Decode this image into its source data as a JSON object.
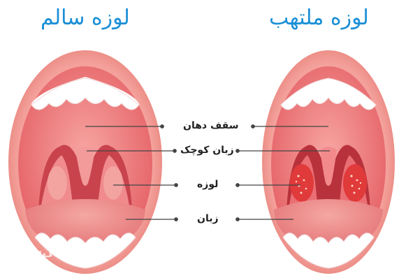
{
  "titles": {
    "healthy": "لوزه سالم",
    "inflamed": "لوزه ملتهب"
  },
  "labels": {
    "palate": "سقف دهان",
    "uvula": "زبان کوچک",
    "tonsil": "لوزه",
    "tongue": "زبان"
  },
  "watermark": "نی‌نی‌سایت",
  "colors": {
    "title": "#1a8fd6",
    "lip": "#f08c86",
    "throat": "#e9686c",
    "healthy_tonsil": "#f3a3a0",
    "inflamed_tonsil": "#e03a3a",
    "teeth": "#ffffff",
    "leader": "#444444"
  }
}
